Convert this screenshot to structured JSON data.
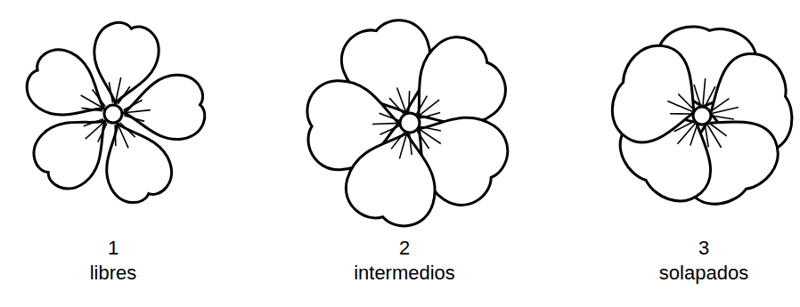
{
  "diagram": {
    "labels": [
      "1",
      "libres",
      "2",
      "intermedios",
      "3",
      "solapados"
    ]
  }
}
